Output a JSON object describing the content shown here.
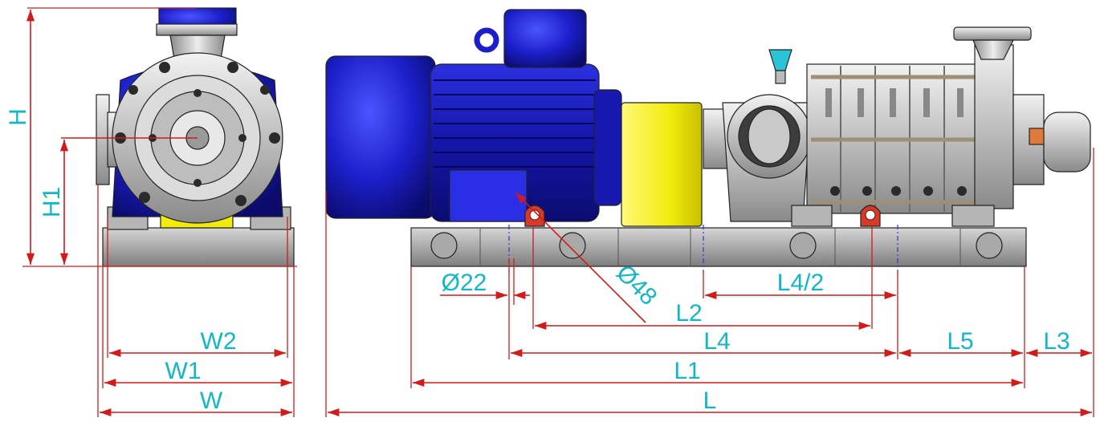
{
  "diagram": {
    "colors": {
      "label": "#12b7c4",
      "dimension_line": "#d11a1a",
      "motor": "#1c1fc9",
      "coupling_guard": "#f2ec0c",
      "pump_body": "#c9c9c9",
      "baseframe": "#9b9b9b",
      "vent_valve": "#2bc3d6",
      "lifting_lug": "#d83a2a"
    },
    "labels": {
      "H": "H",
      "H1": "H1",
      "W2": "W2",
      "W1": "W1",
      "W": "W",
      "d22": "Ø22",
      "d48": "Ø48",
      "L4_2": "L4/2",
      "L2": "L2",
      "L4": "L4",
      "L5": "L5",
      "L3": "L3",
      "L1": "L1",
      "L": "L"
    }
  }
}
